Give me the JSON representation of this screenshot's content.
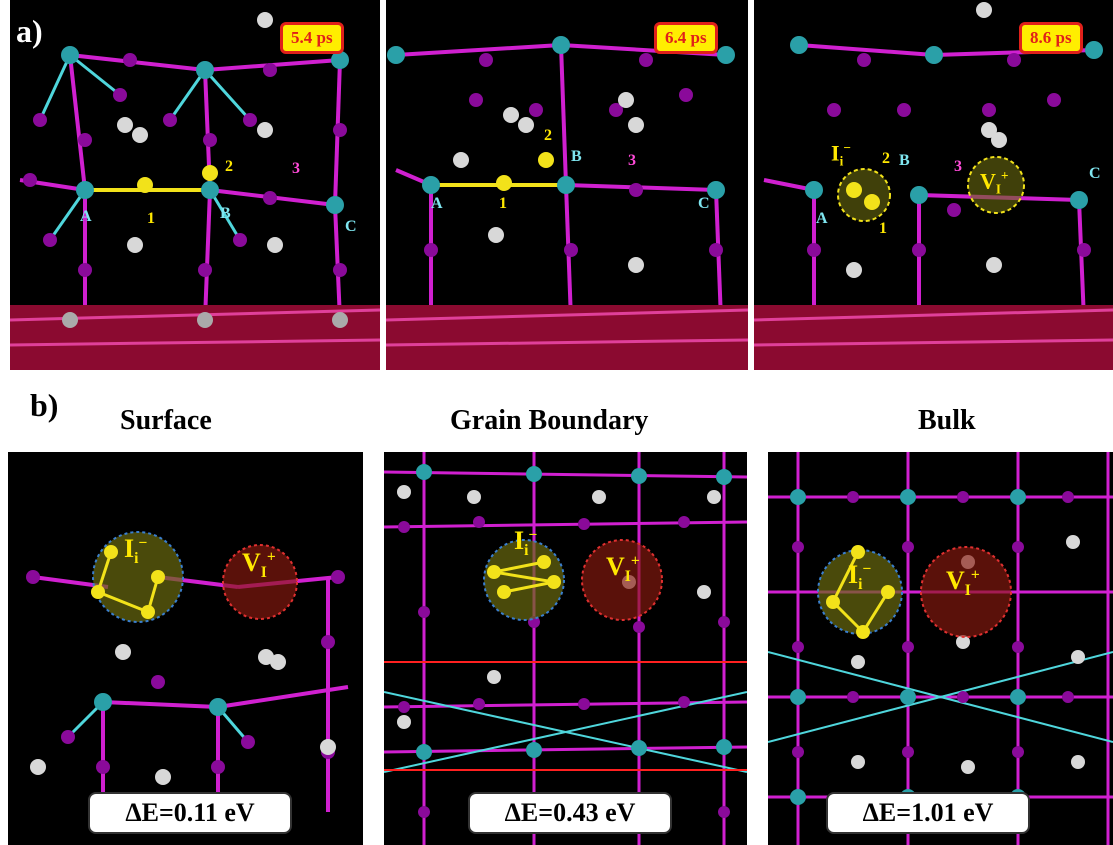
{
  "panel_a": {
    "label": "a)",
    "frames": [
      {
        "time": "5.4 ps",
        "sites": [
          "A",
          "B",
          "C"
        ],
        "atoms": [
          "1",
          "2",
          "3"
        ]
      },
      {
        "time": "6.4 ps",
        "sites": [
          "A",
          "B",
          "C"
        ],
        "atoms": [
          "1",
          "2",
          "3"
        ]
      },
      {
        "time": "8.6 ps",
        "sites": [
          "A",
          "B",
          "C"
        ],
        "atoms": [
          "1",
          "2",
          "3"
        ]
      }
    ],
    "defects": {
      "interstitial_symbol": "I",
      "interstitial_sub": "i",
      "interstitial_sup": "−",
      "vacancy_symbol": "V",
      "vacancy_sub": "I",
      "vacancy_sup": "+"
    }
  },
  "panel_b": {
    "label": "b)",
    "columns": [
      {
        "title": "Surface",
        "energy": "ΔE=0.11 eV"
      },
      {
        "title": "Grain Boundary",
        "energy": "ΔE=0.43 eV"
      },
      {
        "title": "Bulk",
        "energy": "ΔE=1.01 eV"
      }
    ],
    "defects": {
      "interstitial_symbol": "I",
      "interstitial_sub": "i",
      "interstitial_sup": "−",
      "vacancy_symbol": "V",
      "vacancy_sub": "I",
      "vacancy_sup": "+"
    }
  },
  "colors": {
    "iodine": "#8a0a9a",
    "lead": "#2aa0a8",
    "bond_pb": "#4fd6dc",
    "bond_i": "#d020d0",
    "hydrogen": "#d8d8d8",
    "defect_atom": "#f2e21a",
    "substrate": "#8b0a30",
    "timestamp_border": "#e0201a",
    "timestamp_fill": "#ffee00",
    "gb_line": "#ff2020"
  }
}
